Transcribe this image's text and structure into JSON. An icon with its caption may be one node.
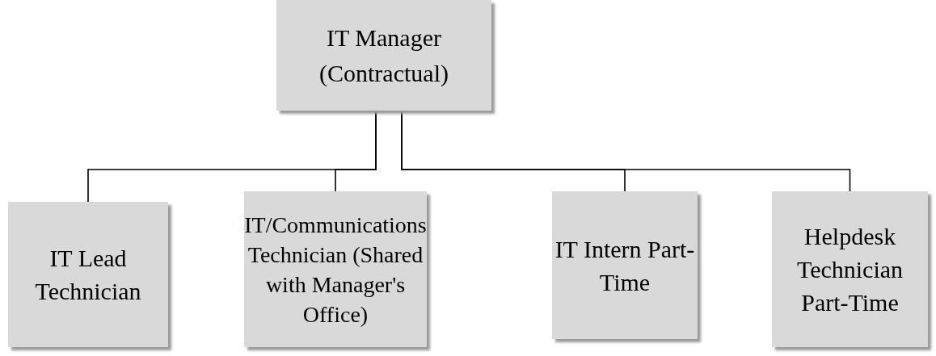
{
  "diagram": {
    "nodes": [
      {
        "text": [
          "IT Manager (Contractual)"
        ]
      },
      {
        "text": [
          "IT Lead Technician"
        ]
      },
      {
        "text": [
          "IT/Communications Technician (Shared with Manager's Office)"
        ]
      },
      {
        "text": [
          "IT Intern Part-Time"
        ]
      },
      {
        "text": [
          "Helpdesk Technician Part-Time"
        ]
      }
    ],
    "edges": [
      {
        "from": 0,
        "to": 1,
        "arrow": "none"
      },
      {
        "from": 0,
        "to": 2,
        "arrow": "none"
      },
      {
        "from": 0,
        "to": 3,
        "arrow": "none"
      },
      {
        "from": 0,
        "to": 4,
        "arrow": "none"
      }
    ]
  }
}
